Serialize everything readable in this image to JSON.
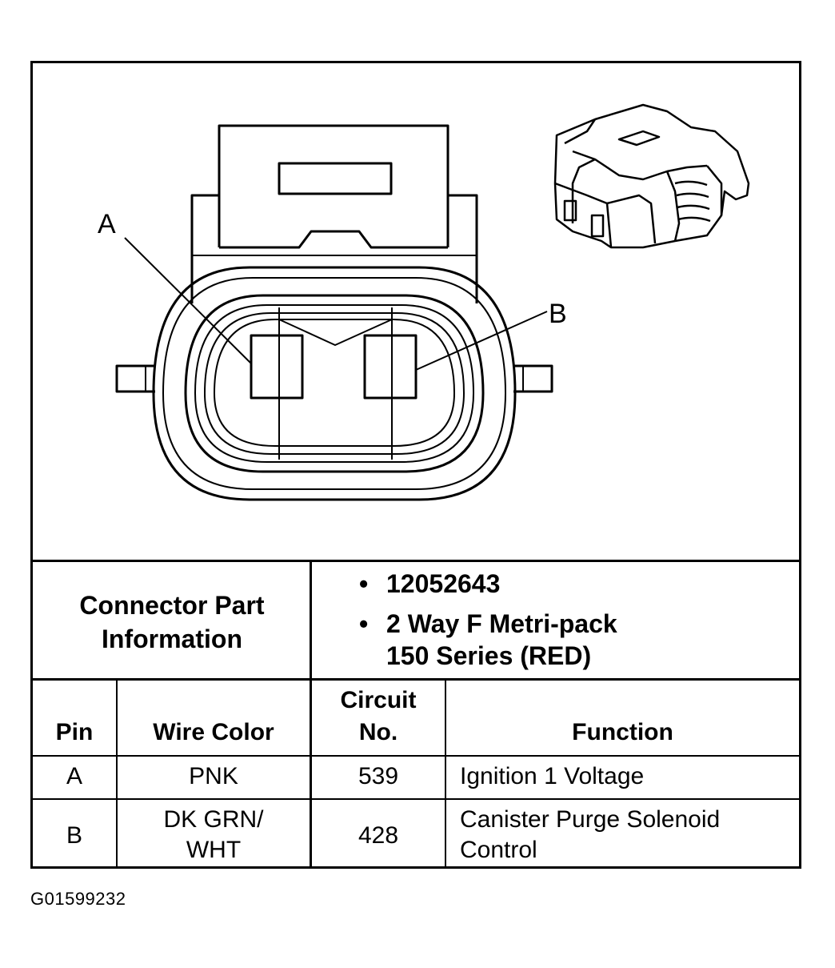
{
  "diagram": {
    "pin_label_a": "A",
    "pin_label_b": "B"
  },
  "connector_info": {
    "title_line1": "Connector Part",
    "title_line2": "Information",
    "bullets": [
      {
        "line1": "12052643",
        "line2": ""
      },
      {
        "line1": "2 Way F Metri-pack",
        "line2": "150 Series (RED)"
      }
    ]
  },
  "table": {
    "headers": {
      "pin": "Pin",
      "wire_color": "Wire Color",
      "circuit_line1": "Circuit",
      "circuit_line2": "No.",
      "function": "Function"
    },
    "rows": [
      {
        "pin": "A",
        "wire_line1": "PNK",
        "wire_line2": "",
        "circuit": "539",
        "function_line1": "Ignition 1 Voltage",
        "function_line2": ""
      },
      {
        "pin": "B",
        "wire_line1": "DK GRN/",
        "wire_line2": "WHT",
        "circuit": "428",
        "function_line1": "Canister Purge Solenoid",
        "function_line2": "Control"
      }
    ]
  },
  "image_id": "G01599232"
}
